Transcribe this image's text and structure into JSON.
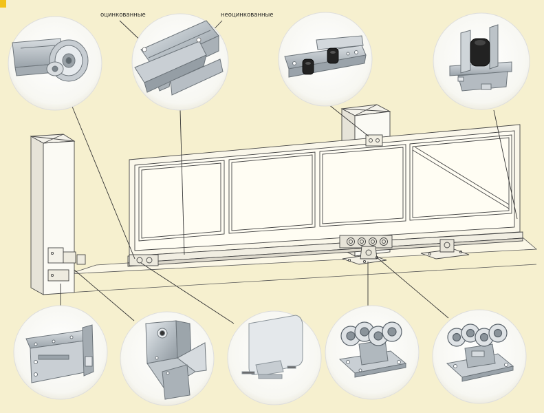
{
  "labels": {
    "galvanized": "оцинкованные",
    "non_galvanized": "неоцинкованные"
  },
  "colors": {
    "background": "#f6f0cf",
    "corner_mark": "#f2c21a",
    "line": "#555555",
    "circle_fill": "#ffffff"
  },
  "components": [
    "end-roller",
    "guide-rail-profile",
    "upper-guide-rollers",
    "upper-catcher",
    "lower-catcher",
    "end-catcher",
    "end-cap",
    "roller-carriage-front",
    "roller-carriage-rear"
  ]
}
